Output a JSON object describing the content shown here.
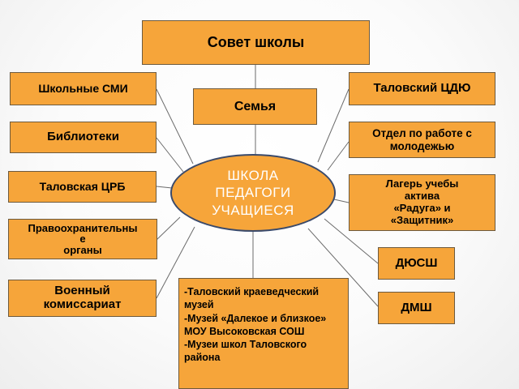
{
  "diagram": {
    "top": "Совет школы",
    "center": "ШКОЛА\nПЕДАГОГИ\nУЧАЩИЕСЯ",
    "family": "Семья",
    "left": [
      "Школьные СМИ",
      "Библиотеки",
      "Таловская ЦРБ",
      "Правоохранительны\nе\nорганы",
      "Военный\nкомиссариат"
    ],
    "right": [
      "Таловский ЦДЮ",
      "Отдел по работе с\nмолодежью",
      "Лагерь учебы\nактива\n«Радуга» и\n«Защитник»",
      "ДЮСШ",
      "ДМШ"
    ],
    "museums": [
      "-Таловский краеведческий\n  музей",
      "-Музей «Далекое и близкое»\n  МОУ Высоковская СОШ",
      "-Музеи школ Таловского\n  района"
    ]
  }
}
